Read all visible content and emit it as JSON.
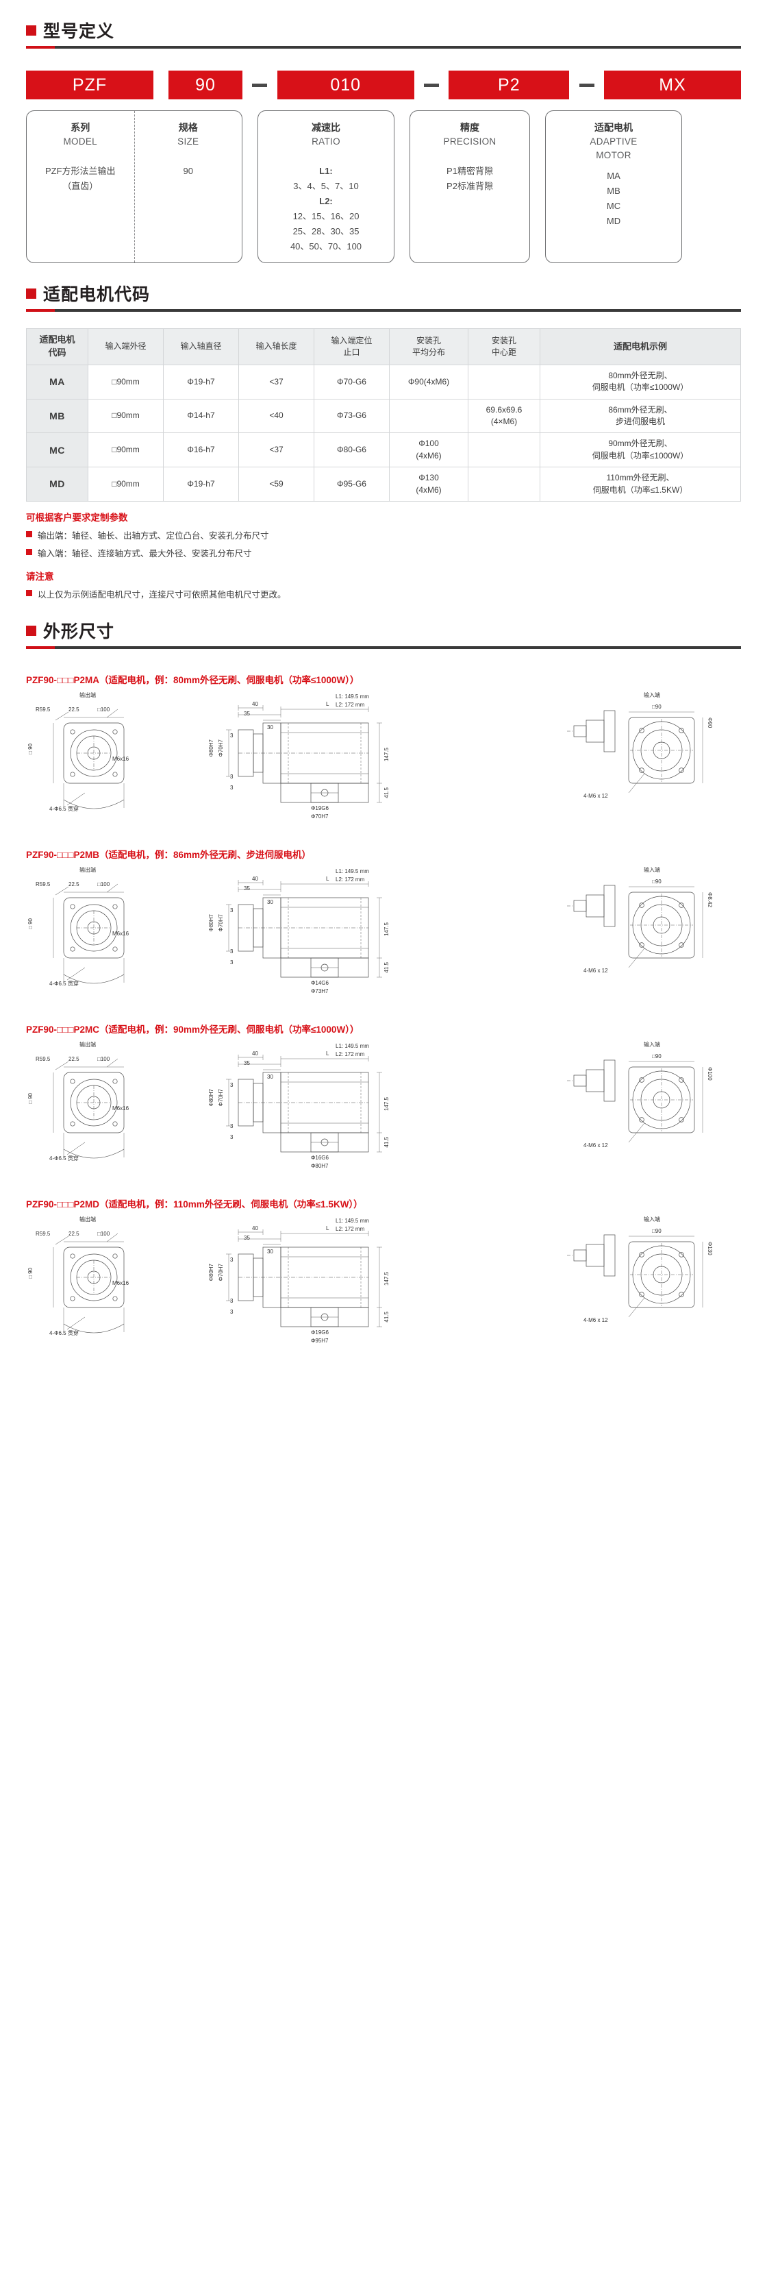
{
  "sections": {
    "model_def": "型号定义",
    "motor_code": "适配电机代码",
    "dimensions": "外形尺寸"
  },
  "model_code": {
    "boxes": [
      {
        "text": "PZF"
      },
      {
        "text": "90"
      },
      {
        "text": "010"
      },
      {
        "text": "P2"
      },
      {
        "text": "MX"
      }
    ],
    "separator": "—",
    "legend": [
      {
        "cn": "系列",
        "en": "MODEL",
        "body": "PZF方形法兰输出\n（直齿）"
      },
      {
        "cn": "规格",
        "en": "SIZE",
        "body": "90"
      },
      {
        "cn": "减速比",
        "en": "RATIO",
        "l1_label": "L1:",
        "l1_values": "3、4、5、7、10",
        "l2_label": "L2:",
        "l2_values": [
          "12、15、16、20",
          "25、28、30、35",
          "40、50、70、100"
        ]
      },
      {
        "cn": "精度",
        "en": "PRECISION",
        "body": "P1精密背隙\nP2标准背隙"
      },
      {
        "cn": "适配电机",
        "en": "ADAPTIVE\nMOTOR",
        "body": "MA\nMB\nMC\nMD"
      }
    ]
  },
  "motor_table": {
    "headers": [
      "适配电机\n代码",
      "输入端外径",
      "输入轴直径",
      "输入轴长度",
      "输入端定位\n止口",
      "安装孔\n平均分布",
      "安装孔\n中心距",
      "适配电机示例"
    ],
    "rows": [
      {
        "code": "MA",
        "outer": "□90mm",
        "shaft_dia": "Φ19-h7",
        "shaft_len": "<37",
        "pilot": "Φ70-G6",
        "holes": "Φ90(4xM6)",
        "center": "",
        "example": "80mm外径无刷、\n伺服电机（功率≤1000W）"
      },
      {
        "code": "MB",
        "outer": "□90mm",
        "shaft_dia": "Φ14-h7",
        "shaft_len": "<40",
        "pilot": "Φ73-G6",
        "holes": "",
        "center": "69.6x69.6\n(4×M6)",
        "example": "86mm外径无刷、\n步进伺服电机"
      },
      {
        "code": "MC",
        "outer": "□90mm",
        "shaft_dia": "Φ16-h7",
        "shaft_len": "<37",
        "pilot": "Φ80-G6",
        "holes": "Φ100\n(4xM6)",
        "center": "",
        "example": "90mm外径无刷、\n伺服电机（功率≤1000W）"
      },
      {
        "code": "MD",
        "outer": "□90mm",
        "shaft_dia": "Φ19-h7",
        "shaft_len": "<59",
        "pilot": "Φ95-G6",
        "holes": "Φ130\n(4xM6)",
        "center": "",
        "example": "110mm外径无刷、\n伺服电机（功率≤1.5KW）"
      }
    ],
    "notes": {
      "custom_title": "可根据客户要求定制参数",
      "lines": [
        "输出端：轴径、轴长、出轴方式、定位凸台、安装孔分布尺寸",
        "输入端：轴径、连接轴方式、最大外径、安装孔分布尺寸"
      ],
      "attention_title": "请注意",
      "attention_lines": [
        "以上仅为示例适配电机尺寸，连接尺寸可依照其他电机尺寸更改。"
      ]
    }
  },
  "drawings": [
    {
      "title": "PZF90-□□□P2MA（适配电机，例：80mm外径无刷、伺服电机（功率≤1000W））",
      "output_end": "输出端",
      "input_end": "输入端",
      "len_l1": "L1: 149.5 mm",
      "len_l2": "L2: 172 mm",
      "dims": {
        "r": "R59.5",
        "chamfer": "22.5",
        "flange": "□100",
        "square_left": "□90",
        "bolt": "4-Φ6.5 贯穿",
        "screw": "M6x16",
        "pilot_bore": "Φ80H7",
        "pilot_bore2": "Φ70H7",
        "len_l": "L",
        "d40": "40",
        "d35": "35",
        "d30": "30",
        "d3a": "3",
        "d3b": "3",
        "d3c": "3",
        "h147": "147.5",
        "h41": "41.5",
        "shaft_dia": "Φ19G6",
        "shaft_pilot": "Φ70H7",
        "right_square": "□90",
        "right_circle": "Φ90",
        "right_screws": "4-M6 x 12"
      }
    },
    {
      "title": "PZF90-□□□P2MB（适配电机，例：86mm外径无刷、步进伺服电机）",
      "output_end": "输出端",
      "input_end": "输入端",
      "len_l1": "L1: 149.5 mm",
      "len_l2": "L2: 172 mm",
      "dims": {
        "r": "R59.5",
        "chamfer": "22.5",
        "flange": "□100",
        "square_left": "□90",
        "bolt": "4-Φ6.5 贯穿",
        "screw": "M6x16",
        "pilot_bore": "Φ80H7",
        "pilot_bore2": "Φ70H7",
        "len_l": "L",
        "d40": "40",
        "d35": "35",
        "d30": "30",
        "d3a": "3",
        "d3b": "3",
        "d3c": "3",
        "h147": "147.5",
        "h41": "41.5",
        "shaft_dia": "Φ14G6",
        "shaft_pilot": "Φ73H7",
        "right_square": "□90",
        "right_circle": "Φ8.42",
        "right_screws": "4-M6 x 12"
      }
    },
    {
      "title": "PZF90-□□□P2MC（适配电机，例：90mm外径无刷、伺服电机（功率≤1000W））",
      "output_end": "输出端",
      "input_end": "输入端",
      "len_l1": "L1: 149.5 mm",
      "len_l2": "L2: 172 mm",
      "dims": {
        "r": "R59.5",
        "chamfer": "22.5",
        "flange": "□100",
        "square_left": "□90",
        "bolt": "4-Φ6.5 贯穿",
        "screw": "M6x16",
        "pilot_bore": "Φ80H7",
        "pilot_bore2": "Φ70H7",
        "len_l": "L",
        "d40": "40",
        "d35": "35",
        "d30": "30",
        "d3a": "3",
        "d3b": "3",
        "d3c": "3",
        "h147": "147.5",
        "h41": "41.5",
        "shaft_dia": "Φ16G6",
        "shaft_pilot": "Φ80H7",
        "right_square": "□90",
        "right_circle": "Φ100",
        "right_screws": "4-M6 x 12"
      }
    },
    {
      "title": "PZF90-□□□P2MD（适配电机，例：110mm外径无刷、伺服电机（功率≤1.5KW））",
      "output_end": "输出端",
      "input_end": "输入端",
      "len_l1": "L1: 149.5 mm",
      "len_l2": "L2: 172 mm",
      "dims": {
        "r": "R59.5",
        "chamfer": "22.5",
        "flange": "□100",
        "square_left": "□90",
        "bolt": "4-Φ6.5 贯穿",
        "screw": "M6x16",
        "pilot_bore": "Φ80H7",
        "pilot_bore2": "Φ70H7",
        "len_l": "L",
        "d40": "40",
        "d35": "35",
        "d30": "30",
        "d3a": "3",
        "d3b": "3",
        "d3c": "3",
        "h147": "147.5",
        "h41": "41.5",
        "shaft_dia": "Φ19G6",
        "shaft_pilot": "Φ95H7",
        "right_square": "□90",
        "right_circle": "Φ130",
        "right_screws": "4-M6 x 12"
      }
    }
  ],
  "colors": {
    "brand_red": "#d81118",
    "heading_dark": "#231f20",
    "table_header_bg": "#eceeef",
    "row_code_bg": "#e9ebec"
  }
}
